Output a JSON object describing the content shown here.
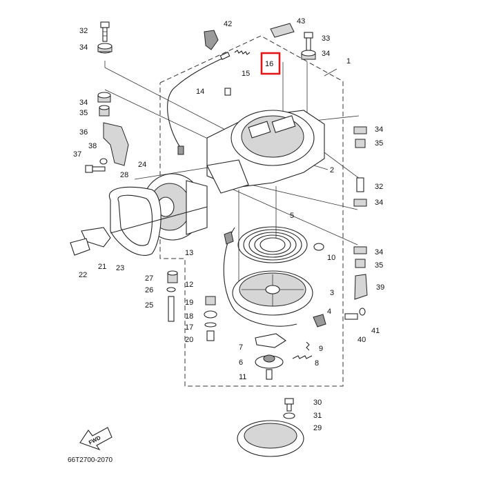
{
  "diagram": {
    "drawing_code": "66T2700-2070",
    "fwd_label": "FWD",
    "highlight_color": "#e0161b",
    "highlighted_part": "16",
    "parts": [
      "1",
      "2",
      "3",
      "4",
      "5",
      "6",
      "7",
      "8",
      "9",
      "10",
      "11",
      "12",
      "13",
      "14",
      "15",
      "16",
      "17",
      "18",
      "19",
      "20",
      "21",
      "22",
      "23",
      "24",
      "25",
      "26",
      "27",
      "28",
      "29",
      "30",
      "31",
      "32",
      "33",
      "34",
      "35",
      "36",
      "37",
      "38",
      "39",
      "40",
      "41",
      "42",
      "43"
    ]
  }
}
